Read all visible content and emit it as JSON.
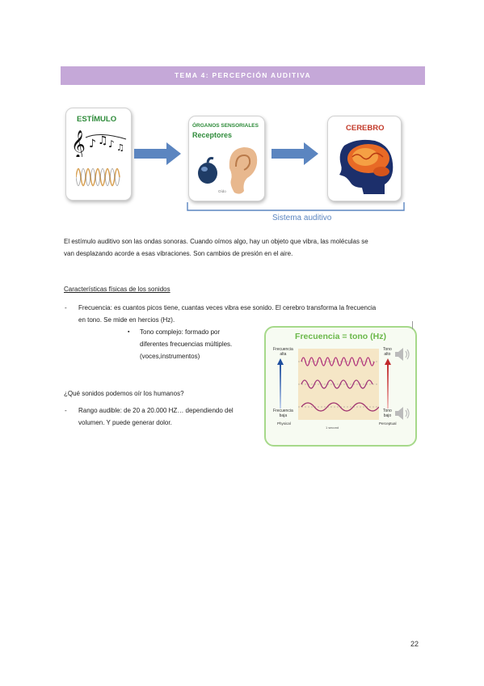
{
  "header": {
    "title": "TEMA 4: PERCEPCIÓN AUDITIVA"
  },
  "diagram": {
    "stimulus_label": "ESTÍMULO",
    "organs_label": "ÓRGANOS SENSORIALES",
    "receptors_label": "Receptores",
    "brain_label": "CEREBRO",
    "system_label": "Sistema auditivo",
    "small_caption": "Oído"
  },
  "intro": {
    "line1": "El estímulo auditivo son las ondas sonoras. Cuando oímos algo, hay un objeto que vibra, las moléculas se",
    "line2": "van desplazando acorde a esas vibraciones. Son cambios de presión en el aire."
  },
  "section1": {
    "heading": "Características físicas de los sonidos",
    "bullet_dash": "-",
    "item1_lead": "Frecuencia:",
    "item1_text": " es cuantos picos tiene, cuantas veces vibra ese sonido. El cerebro transforma la frecuencia",
    "item1_line2": "en tono. Se mide en hercios (Hz).",
    "sub_bullet": "▪",
    "sub1": "Tono complejo: formado por",
    "sub2": "diferentes frecuencias múltiples.",
    "sub3": "(voces,instrumentos)"
  },
  "section2": {
    "question": "¿Qué sonidos podemos oír los humanos?",
    "bullet_dash": "-",
    "item1_line1": "Rango audible: de 20 a 20.000 HZ… dependiendo del",
    "item1_line2": "volumen. Y puede generar dolor."
  },
  "figure": {
    "title": "Frecuencia = tono (Hz)",
    "left_top": [
      "Frecuencia",
      "alta"
    ],
    "left_bottom": [
      "Frecuencia",
      "baja"
    ],
    "left_foot": "Physical",
    "right_top": [
      "Tono",
      "alto"
    ],
    "right_bottom": [
      "Tono",
      "bajo"
    ],
    "right_foot": "Perceptual",
    "bottom_caption": "1 second"
  },
  "page_number": "22"
}
